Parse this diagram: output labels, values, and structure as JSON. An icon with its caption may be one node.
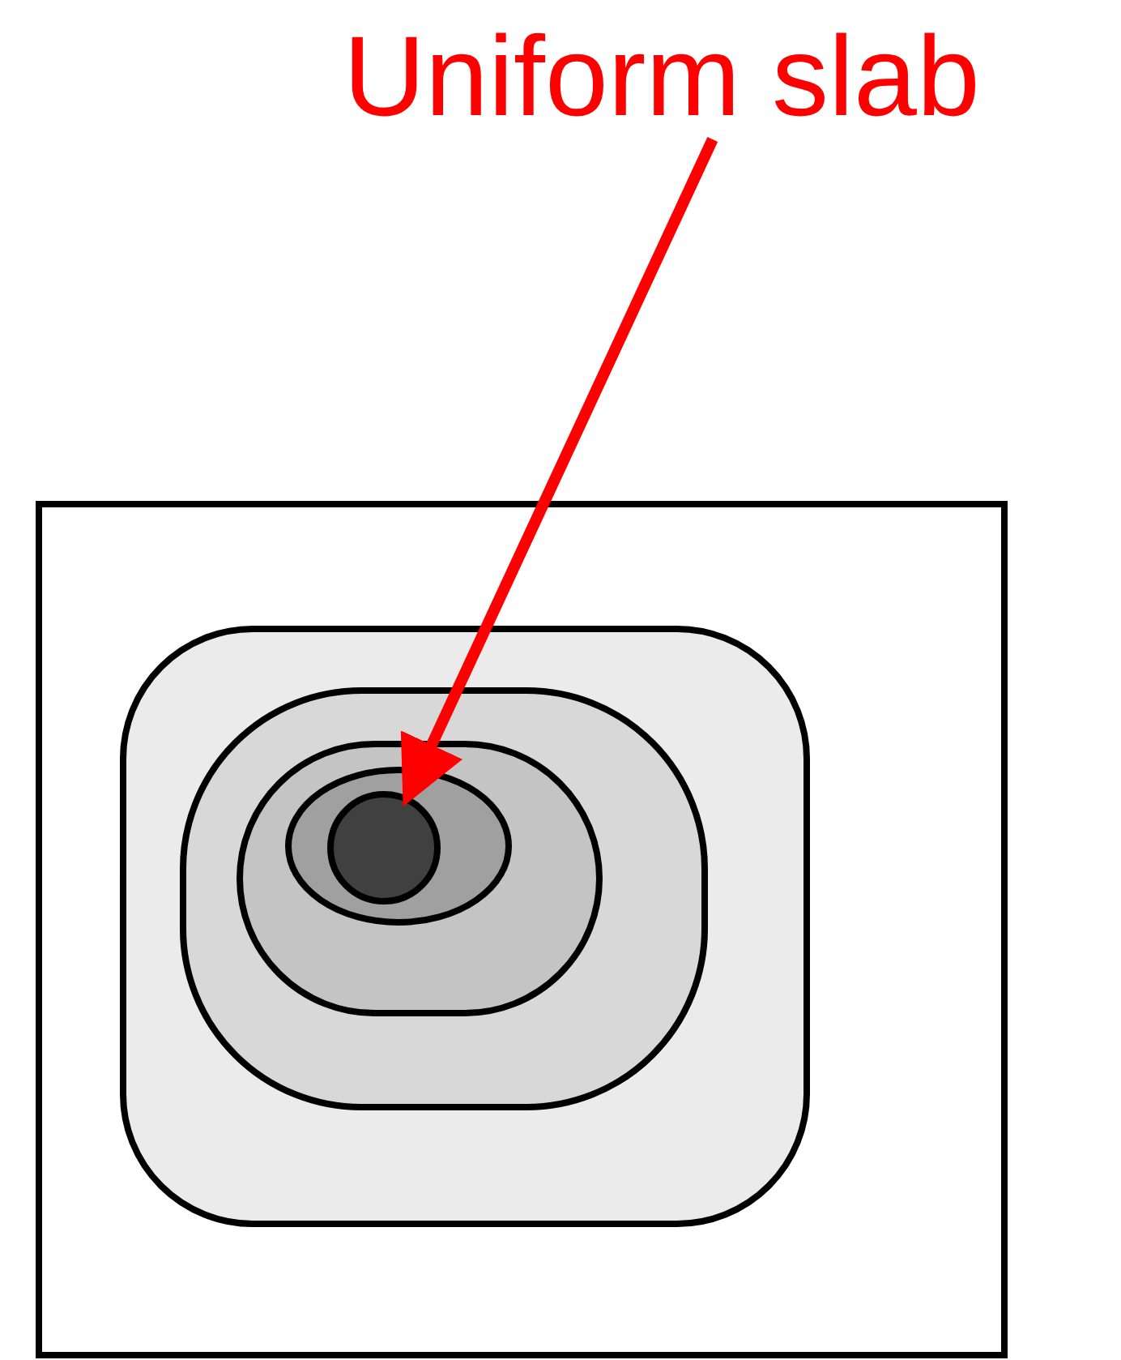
{
  "diagram": {
    "nodes": [
      {
        "text": [
          "Uniform slab"
        ]
      },
      {
        "text": [],
        "shape": "circle"
      }
    ],
    "edges": [
      {
        "from": 0,
        "to": 1,
        "arrow": "to"
      }
    ]
  }
}
